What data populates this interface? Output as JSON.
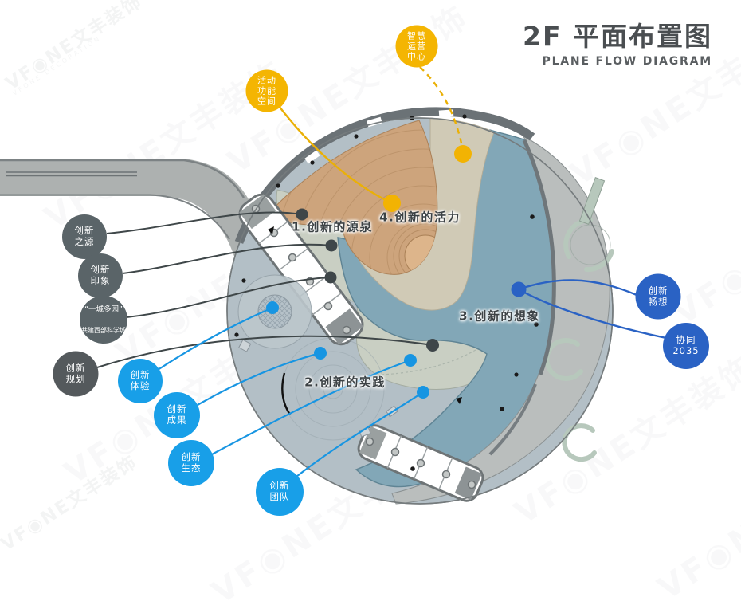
{
  "title": {
    "main": "2F 平面布置图",
    "sub": "PLANE FLOW DIAGRAM"
  },
  "watermark": {
    "brand": "VF◉NE文丰装饰",
    "sub": "VFONE DECORATION"
  },
  "plan_labels": [
    {
      "id": "zone-1",
      "text": "1.创新的源泉"
    },
    {
      "id": "zone-4",
      "text": "4.创新的活力"
    },
    {
      "id": "zone-3",
      "text": "3.创新的想象"
    },
    {
      "id": "zone-2",
      "text": "2.创新的实践"
    }
  ],
  "callouts": [
    {
      "label": "智慧\n运营\n中心",
      "color": "#f4b502",
      "line_style": "dashed"
    },
    {
      "label": "活动\n功能\n空间",
      "color": "#f4b502",
      "line_style": "solid"
    },
    {
      "label": "创新\n之源",
      "color": "#5a6468",
      "line_style": "solid"
    },
    {
      "label": "创新\n印象",
      "color": "#5a6468",
      "line_style": "solid"
    },
    {
      "line1": "“一城多园”",
      "line2": "共建西部科学城",
      "color": "#5a6468",
      "line_style": "solid"
    },
    {
      "label": "创新\n规划",
      "color": "#54595c",
      "line_style": "solid"
    },
    {
      "label": "创新\n体验",
      "color": "#189fe8",
      "line_style": "solid"
    },
    {
      "label": "创新\n成果",
      "color": "#189fe8",
      "line_style": "solid"
    },
    {
      "label": "创新\n生态",
      "color": "#189fe8",
      "line_style": "solid"
    },
    {
      "label": "创新\n团队",
      "color": "#189fe8",
      "line_style": "solid"
    },
    {
      "label": "创新\n畅想",
      "color": "#2a62c4",
      "line_style": "solid"
    },
    {
      "label": "协同\n2035",
      "color": "#2a62c4",
      "line_style": "solid"
    }
  ],
  "palette": {
    "accent_yellow": "#f4b502",
    "accent_gray": "#5a6468",
    "accent_blue": "#189fe8",
    "accent_navy": "#2a62c4",
    "zone_orange": "#cda47c",
    "zone_beige": "#d0cab6",
    "zone_blue": "#82a7b7",
    "zone_celadon": "#c9cfc3",
    "zone_plaza": "#b3bfc6",
    "terrace_gray": "#babebd",
    "road_gray": "#adb1b0",
    "wall_dark": "#6b7276",
    "title_color": "#4a4e51"
  }
}
